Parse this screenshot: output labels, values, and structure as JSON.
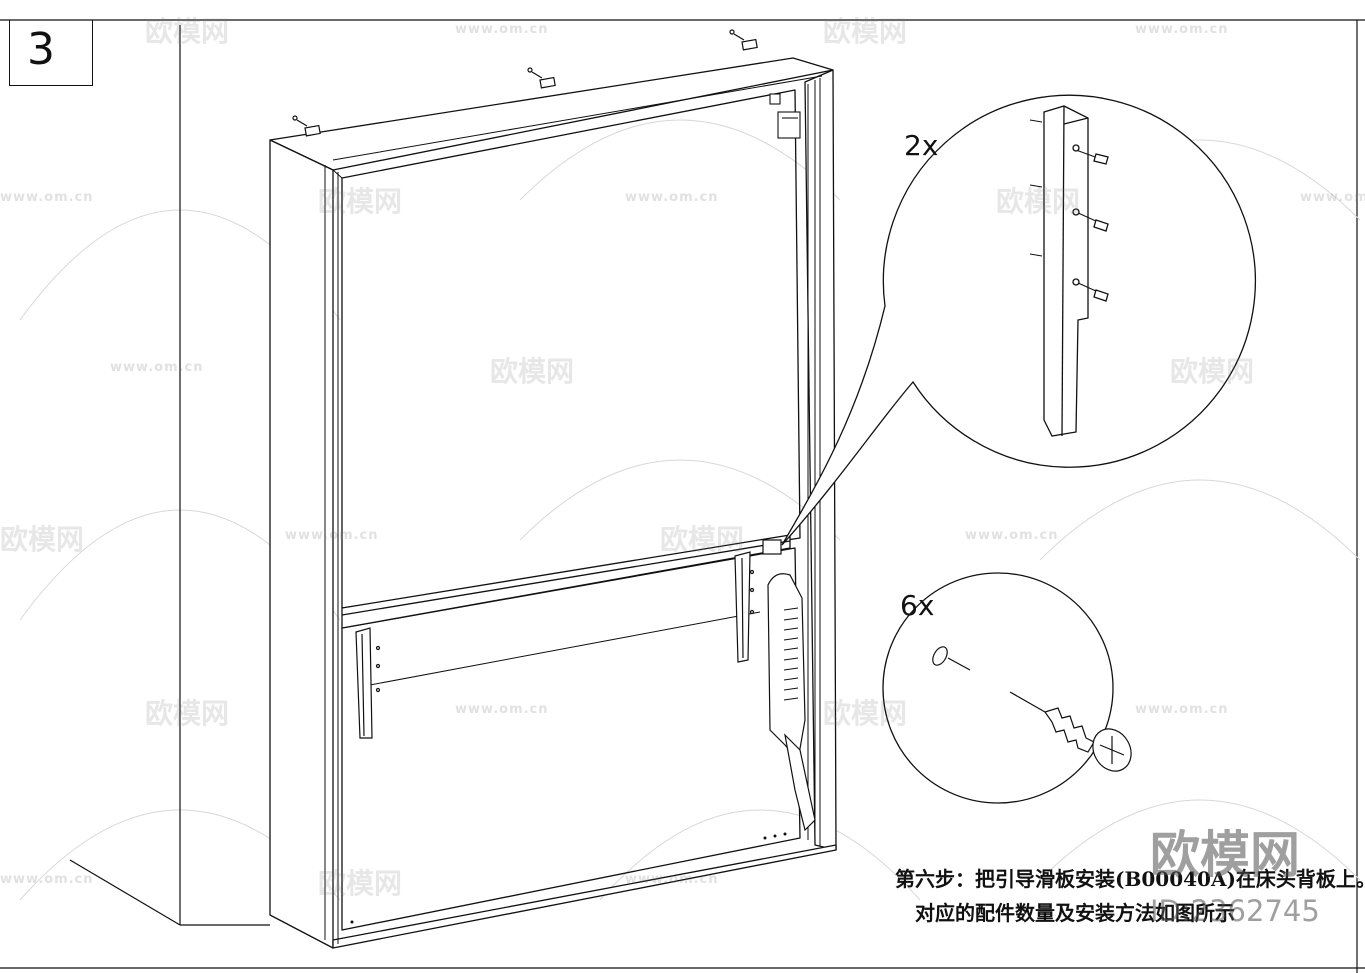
{
  "step": {
    "number": "3"
  },
  "callouts": {
    "upper_quantity": "2x",
    "lower_quantity": "6x"
  },
  "instructions": {
    "line1": "第六步：把引导滑板安装(B00040A)在床头背板上。",
    "line2": "对应的配件数量及安装方法如图所示"
  },
  "watermark": {
    "logo_text": "欧模网",
    "url_text": "www.om.cn",
    "id_text": "ID:2362745"
  },
  "colors": {
    "line": "#111111",
    "watermark": "#999999"
  }
}
